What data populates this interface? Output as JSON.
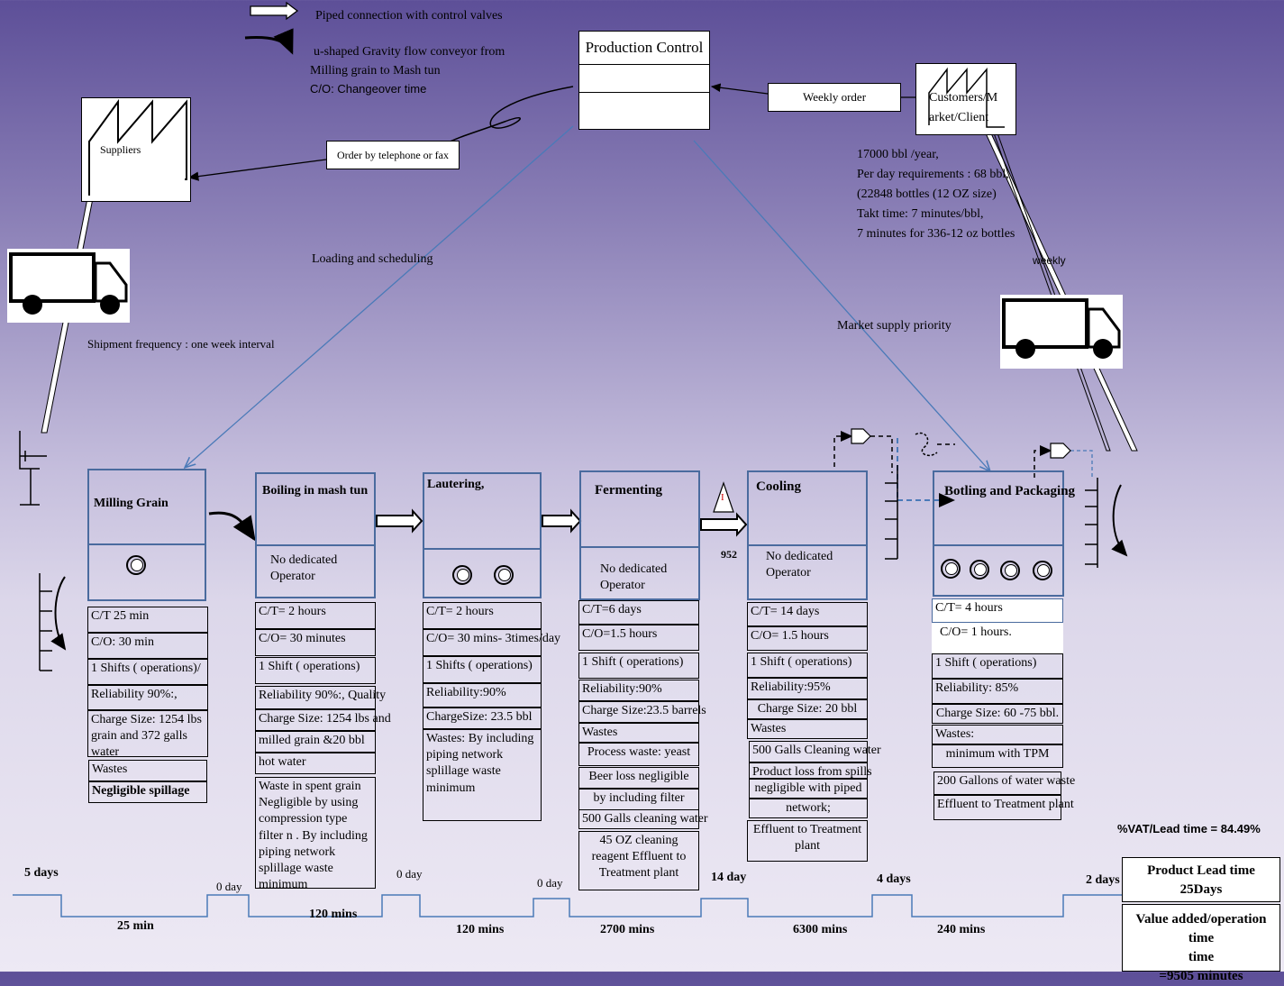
{
  "legend": {
    "piped": "Piped connection with control valves",
    "gravity_line1": "u-shaped Gravity flow conveyor from",
    "gravity_line2": "Milling  grain to Mash tun",
    "changeover": "C/O: Changeover time"
  },
  "production_control": {
    "title": "Production  Control"
  },
  "customers": {
    "label": "Customers/M arket/Client"
  },
  "suppliers": {
    "label": "Suppliers"
  },
  "weekly_order": "Weekly order",
  "order_phone": "Order by telephone or fax",
  "demand": {
    "line1": "17000 bbl /year,",
    "line2": "Per day requirements : 68 bbl,",
    "line3": " (22848  bottles (12 OZ size)",
    "line4": "Takt time: 7 minutes/bbl,",
    "line5": "7 minutes for 336-12  oz bottles"
  },
  "weekly": "weekly",
  "loading_scheduling": "Loading and scheduling",
  "market_supply": "Market supply priority",
  "shipment_frequency": "Shipment frequency : one   week interval",
  "inventory_marker": "I",
  "inventory_count": "952",
  "processes": [
    {
      "title": "Milling Grain",
      "rows": [
        "C/T 25 min",
        "C/O:  30 min",
        "1 Shifts ( operations)/",
        "Reliability 90%:,",
        "Charge Size: 1254 lbs grain  and 372 galls water"
      ],
      "wastes_label": "Wastes",
      "wastes": "Negligible spillage"
    },
    {
      "title": "Boiling in mash tun",
      "operator": "No dedicated Operator",
      "rows": [
        "C/T=    2 hours",
        "C/O=  30 minutes",
        "1 Shift ( operations)",
        "Reliability  90%:, Quality",
        "Charge Size: 1254 lbs and",
        "milled grain &20 bbl",
        "hot water"
      ],
      "wastes": "Waste in spent grain Negligible  by using compression type filter n . By including piping network splillage waste minimum"
    },
    {
      "title": "Lautering,",
      "rows": [
        "C/T=    2 hours",
        "C/O= 30 mins- 3times/day",
        "1 Shifts ( operations)",
        "Reliability:90%",
        "ChargeSize:  23.5 bbl"
      ],
      "wastes": "Wastes: By including piping network splillage waste minimum"
    },
    {
      "title": "Fermenting",
      "operator": "No dedicated Operator",
      "rows": [
        "C/T=6 days",
        "C/O=1.5 hours",
        "1 Shift ( operations)",
        "Reliability:90%",
        "Charge Size:23.5  barrels",
        "Wastes",
        "Process waste: yeast",
        "Beer loss  negligible",
        "by including filter",
        "500 Galls cleaning water"
      ],
      "extra": "45 OZ cleaning reagent Effluent to Treatment plant"
    },
    {
      "title": "Cooling",
      "operator": "No dedicated Operator",
      "rows": [
        "C/T=  14  days",
        "C/O=   1.5 hours",
        "1 Shift ( operations)",
        "Reliability:95%",
        "Charge Size: 20 bbl",
        "Wastes",
        "500 Galls Cleaning water",
        "Product loss from spills",
        "negligible with piped",
        "network;"
      ],
      "extra": "Effluent to Treatment plant"
    },
    {
      "title": "Botling and Packaging",
      "rows": [
        "C/T= 4 hours",
        "C/O=   1 hours.",
        "1 Shift ( operations)",
        "Reliability:  85%",
        "Charge Size: 60 -75 bbl.",
        "Wastes:",
        "minimum with TPM",
        "200 Gallons of water waste",
        "Effluent to Treatment plant"
      ]
    }
  ],
  "timeline": {
    "wait": [
      "5 days",
      "0 day",
      "0 day",
      "0 day",
      "14 day",
      "4  days",
      "2 days"
    ],
    "process": [
      "25 min",
      "120 mins",
      "120 mins",
      "2700 mins",
      "6300  mins",
      "240  mins"
    ]
  },
  "vat_ratio": "%VAT/Lead time =  84.49%",
  "lead_time_line1": "Product Lead time",
  "lead_time_line2": "25Days",
  "value_added_line1": "Value added/operation  time",
  "value_added_line2": "time",
  "value_added_line3": "=9505  minutes"
}
